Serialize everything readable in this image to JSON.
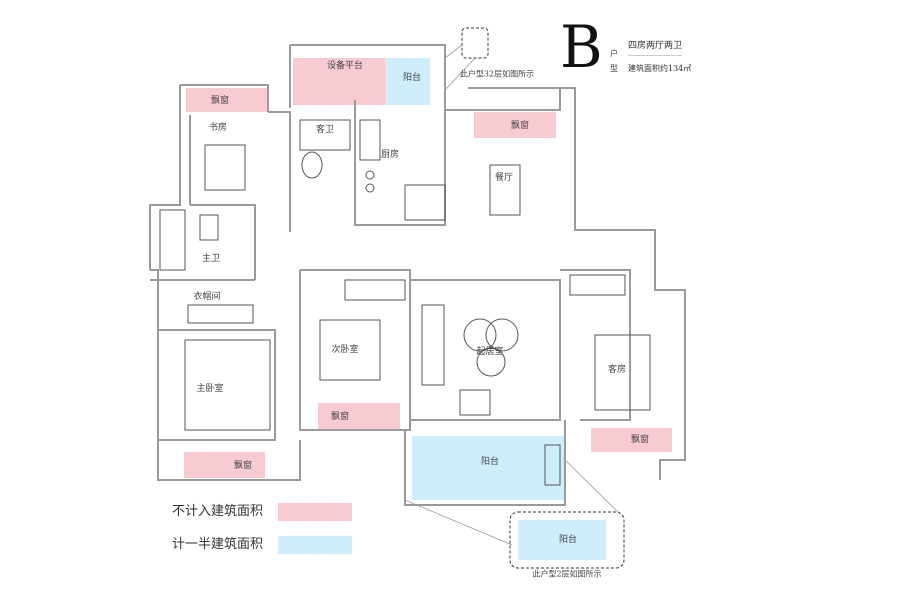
{
  "title": {
    "letter": "B",
    "type_label_1": "户",
    "type_label_2": "型",
    "layout": "四房两厅两卫",
    "area": "建筑面积约134㎡"
  },
  "notes": {
    "floor32": "此户型32层如图所示",
    "floor2": "此户型2层如图所示"
  },
  "rooms": {
    "equipment_platform": "设备平台",
    "balcony_top": "阳台",
    "bay_study": "飘窗",
    "study": "书房",
    "guest_bath": "客卫",
    "kitchen": "厨房",
    "bay_dining": "飘窗",
    "dining": "餐厅",
    "master_bath": "主卫",
    "closet": "衣帽间",
    "second_bedroom": "次卧室",
    "living": "起居室",
    "guest_room": "客房",
    "master_bedroom": "主卧室",
    "bay_second": "飘窗",
    "bay_master": "飘窗",
    "bay_guest": "飘窗",
    "balcony_main": "阳台",
    "balcony_floor2": "阳台"
  },
  "legend": [
    {
      "label": "不计入建筑面积",
      "color": "#f8cbd3"
    },
    {
      "label": "计一半建筑面积",
      "color": "#cdeefa"
    }
  ],
  "colors": {
    "pink": "#f8cbd3",
    "blue": "#cdeefa",
    "wall": "#9a9a9a"
  }
}
